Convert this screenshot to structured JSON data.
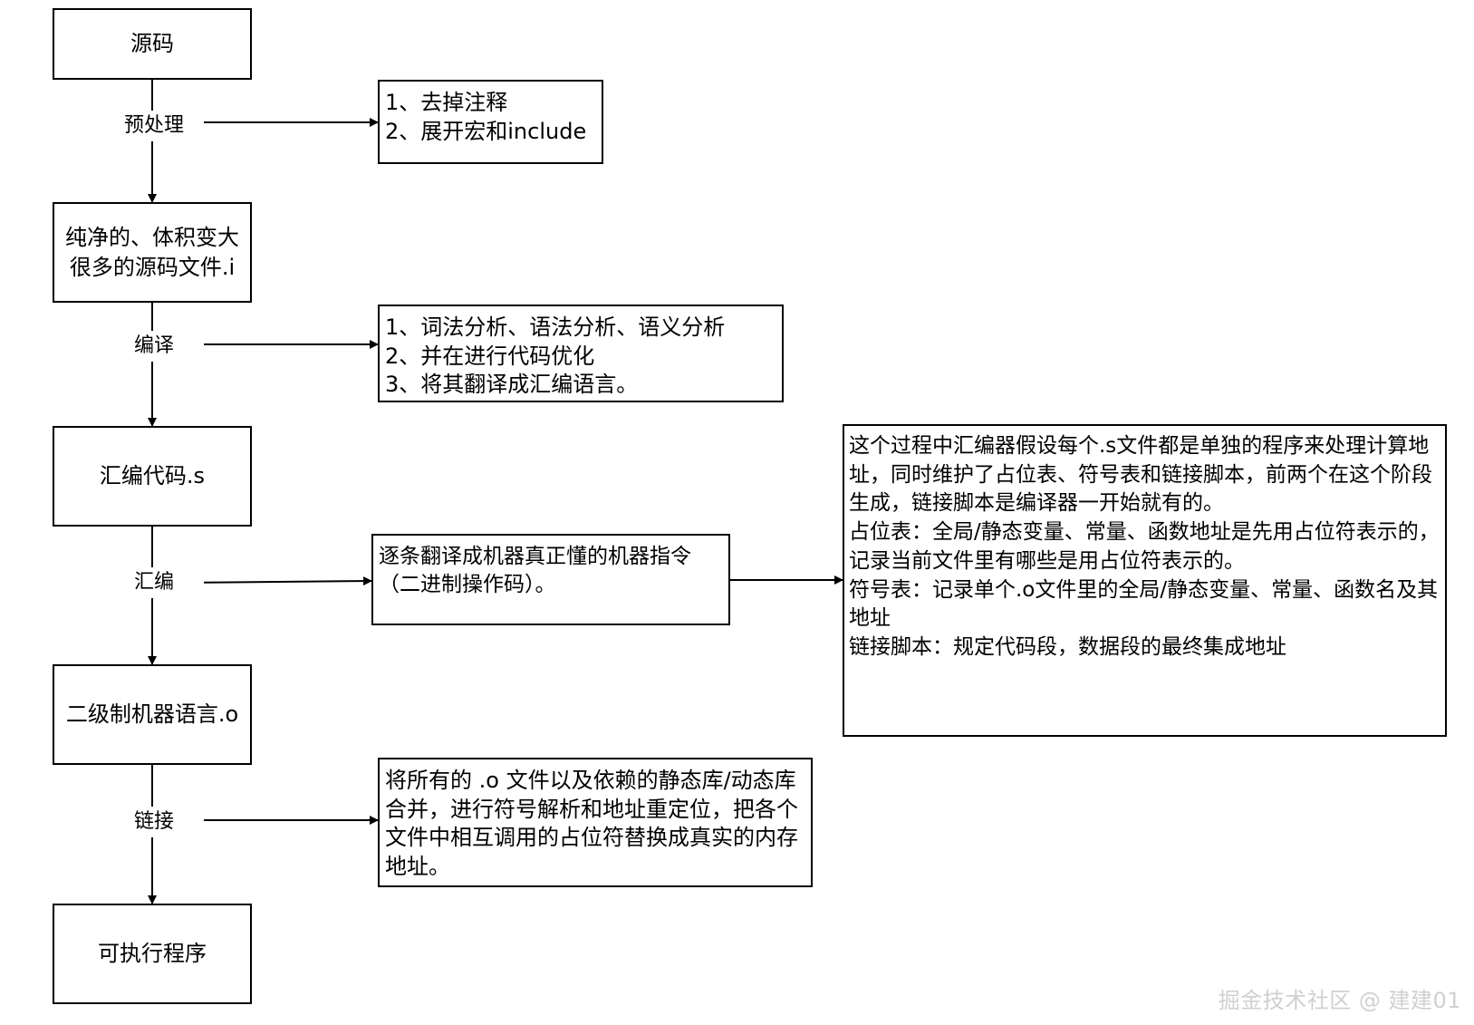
{
  "stages": [
    {
      "id": "source",
      "label": "源码"
    },
    {
      "id": "preprocessed",
      "lines": [
        "纯净的、体积变大",
        "很多的源码文件.i"
      ]
    },
    {
      "id": "assembly",
      "label": "汇编代码.s"
    },
    {
      "id": "object",
      "label": "二级制机器语言.o"
    },
    {
      "id": "executable",
      "label": "可执行程序"
    }
  ],
  "steps": [
    {
      "id": "preprocess",
      "label": "预处理"
    },
    {
      "id": "compile",
      "label": "编译"
    },
    {
      "id": "assemble",
      "label": "汇编"
    },
    {
      "id": "link",
      "label": "链接"
    }
  ],
  "notes": {
    "preprocess": [
      "1、去掉注释",
      "2、展开宏和include"
    ],
    "compile": [
      "1、词法分析、语法分析、语义分析",
      "2、并在进行代码优化",
      "3、将其翻译成汇编语言。"
    ],
    "assemble": [
      "逐条翻译成机器真正懂的机器指令（二进制操作码）。"
    ],
    "assembler_detail": [
      "这个过程中汇编器假设每个.s文件都是单独的程序来处理计算地址，同时维护了占位表、符号表和链接脚本，前两个在这个阶段生成，链接脚本是编译器一开始就有的。",
      "占位表：全局/静态变量、常量、函数地址是先用占位符表示的，记录当前文件里有哪些是用占位符表示的。",
      "符号表：记录单个.o文件里的全局/静态变量、常量、函数名及其地址",
      "链接脚本：规定代码段，数据段的最终集成地址"
    ],
    "link": [
      "将所有的 .o 文件以及依赖的静态库/动态库合并，进行符号解析和地址重定位，把各个文件中相互调用的占位符替换成真实的内存地址。"
    ]
  },
  "watermark": "掘金技术社区 @ 建建01",
  "colors": {
    "line": "#000000",
    "background": "#ffffff",
    "watermark": "#d0d0d0"
  }
}
